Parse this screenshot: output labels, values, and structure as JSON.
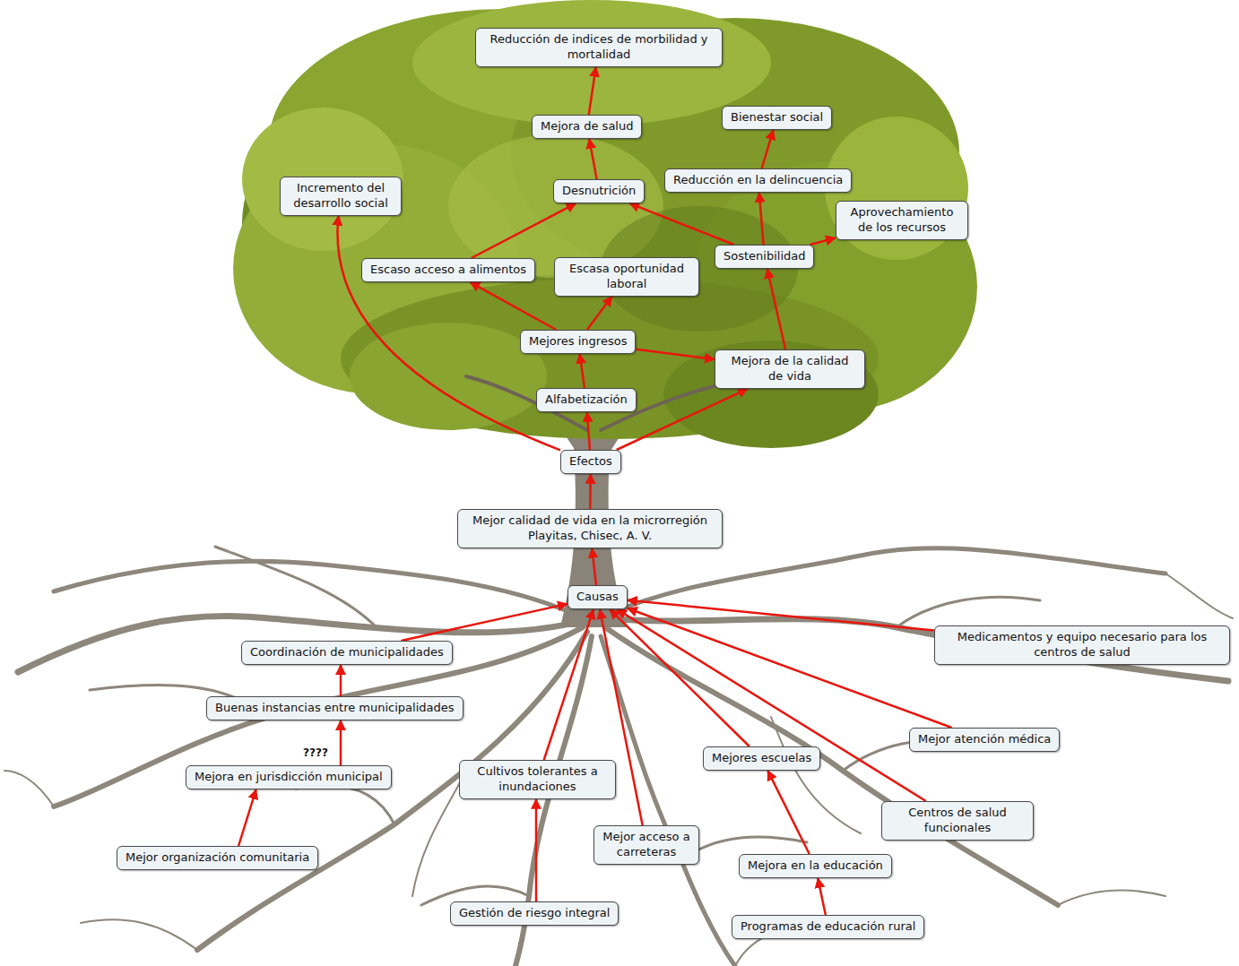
{
  "diagram": {
    "nodes": [
      {
        "text": [
          "Reducción de indices de morbilidad y mortalidad"
        ]
      },
      {
        "text": [
          "Bienestar social"
        ]
      },
      {
        "text": [
          "Mejora de salud"
        ]
      },
      {
        "text": [
          "Incremento del desarrollo social"
        ]
      },
      {
        "text": [
          "Desnutrición"
        ]
      },
      {
        "text": [
          "Reducción en la delincuencia"
        ]
      },
      {
        "text": [
          "Aprovechamiento de los recursos"
        ]
      },
      {
        "text": [
          "Sostenibilidad"
        ]
      },
      {
        "text": [
          "Escaso acceso a alimentos"
        ]
      },
      {
        "text": [
          "Escasa oportunidad laboral"
        ]
      },
      {
        "text": [
          "Mejores ingresos"
        ]
      },
      {
        "text": [
          "Mejora de la calidad de vida"
        ]
      },
      {
        "text": [
          "Alfabetización"
        ]
      },
      {
        "text": [
          "Efectos"
        ]
      },
      {
        "text": [
          "Mejor calidad de vida en la microrregión Playitas, Chisec, A. V."
        ]
      },
      {
        "text": [
          "Causas"
        ]
      },
      {
        "text": [
          "Coordinación de municipalidades"
        ]
      },
      {
        "text": [
          "Medicamentos y equipo necesario para los centros de salud"
        ]
      },
      {
        "text": [
          "Buenas instancias entre municipalidades"
        ]
      },
      {
        "text": [
          "Mejor atención médica"
        ]
      },
      {
        "text": [
          "Mejores escuelas"
        ]
      },
      {
        "text": [
          "Mejora en jurisdicción municipal"
        ]
      },
      {
        "text": [
          "Cultivos tolerantes a inundaciones"
        ]
      },
      {
        "text": [
          "Centros de salud funcionales"
        ]
      },
      {
        "text": [
          "Mejor acceso a carreteras"
        ]
      },
      {
        "text": [
          "Mejor organización comunitaria"
        ]
      },
      {
        "text": [
          "Mejora en la educación"
        ]
      },
      {
        "text": [
          "Gestión de riesgo integral"
        ]
      },
      {
        "text": [
          "Programas de educación rural"
        ]
      }
    ],
    "edges": [
      {
        "from": 13,
        "to": 3,
        "arrow": "to"
      },
      {
        "from": 13,
        "to": 12,
        "arrow": "to"
      },
      {
        "from": 13,
        "to": 11,
        "arrow": "to"
      },
      {
        "from": 12,
        "to": 10,
        "arrow": "to"
      },
      {
        "from": 10,
        "to": 8,
        "arrow": "to"
      },
      {
        "from": 10,
        "to": 9,
        "arrow": "to"
      },
      {
        "from": 10,
        "to": 11,
        "arrow": "to"
      },
      {
        "from": 8,
        "to": 4,
        "arrow": "to"
      },
      {
        "from": 7,
        "to": 4,
        "arrow": "to"
      },
      {
        "from": 4,
        "to": 2,
        "arrow": "to"
      },
      {
        "from": 2,
        "to": 0,
        "arrow": "to"
      },
      {
        "from": 11,
        "to": 7,
        "arrow": "to"
      },
      {
        "from": 7,
        "to": 5,
        "arrow": "to"
      },
      {
        "from": 5,
        "to": 1,
        "arrow": "to"
      },
      {
        "from": 7,
        "to": 6,
        "arrow": "to"
      },
      {
        "from": 14,
        "to": 13,
        "arrow": "to"
      },
      {
        "from": 15,
        "to": 14,
        "arrow": "to"
      },
      {
        "from": 16,
        "to": 15,
        "arrow": "to"
      },
      {
        "from": 17,
        "to": 15,
        "arrow": "to"
      },
      {
        "from": 19,
        "to": 15,
        "arrow": "to"
      },
      {
        "from": 20,
        "to": 15,
        "arrow": "to"
      },
      {
        "from": 22,
        "to": 15,
        "arrow": "to"
      },
      {
        "from": 23,
        "to": 15,
        "arrow": "to"
      },
      {
        "from": 24,
        "to": 15,
        "arrow": "to"
      },
      {
        "from": 18,
        "to": 16,
        "arrow": "to"
      },
      {
        "from": 21,
        "to": 18,
        "arrow": "to"
      },
      {
        "from": 25,
        "to": 21,
        "arrow": "to"
      },
      {
        "from": 26,
        "to": 20,
        "arrow": "to"
      },
      {
        "from": 28,
        "to": 26,
        "arrow": "to"
      },
      {
        "from": 27,
        "to": 22,
        "arrow": "to"
      }
    ],
    "labels": [
      "????"
    ]
  }
}
